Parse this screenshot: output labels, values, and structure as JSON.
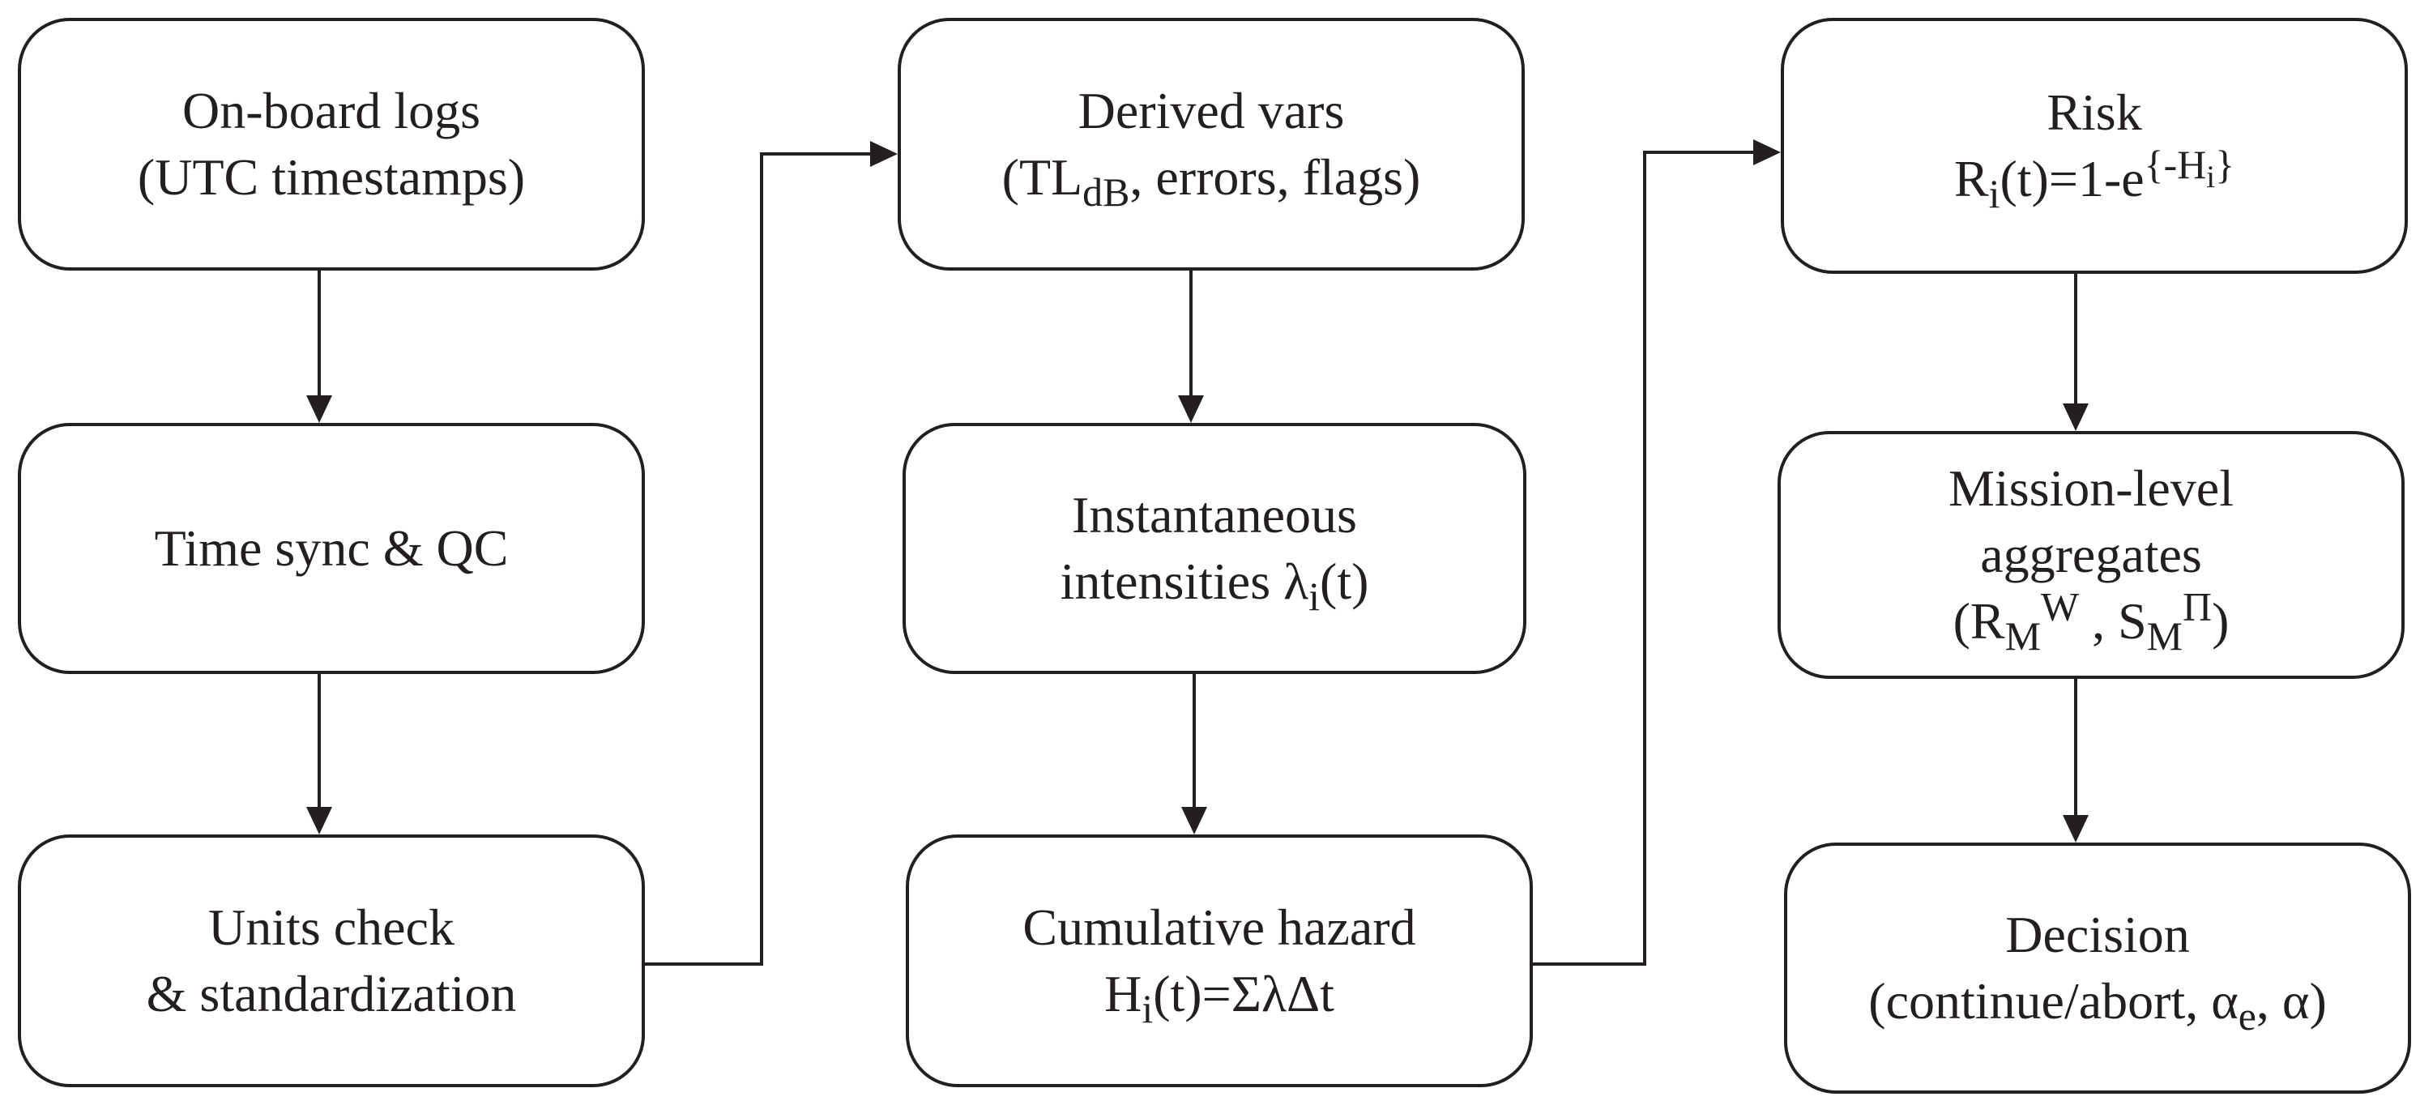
{
  "nodes": {
    "on_board_logs": {
      "line1": "On-board logs",
      "line2": "(UTC timestamps)"
    },
    "time_sync": {
      "line1": "Time sync & QC"
    },
    "units_check": {
      "line1": "Units check",
      "line2": "& standardization"
    },
    "derived_vars": {
      "line1": "Derived vars",
      "line2_pre": "(TL",
      "line2_sub": "dB",
      "line2_post": ", errors, flags)"
    },
    "instantaneous": {
      "line1": "Instantaneous",
      "line2_pre": "intensities λ",
      "line2_sub": "i",
      "line2_post": "(t)"
    },
    "cumulative_hazard": {
      "line1": "Cumulative hazard",
      "line2_pre": "H",
      "line2_sub": "i",
      "line2_post": "(t)=ΣλΔt"
    },
    "risk": {
      "line1": "Risk",
      "line2_pre": "R",
      "line2_sub": "i",
      "line2_mid": "(t)=1-e",
      "line2_sup": "{-H",
      "line2_sup_sub": "i",
      "line2_sup_end": "}"
    },
    "mission_aggregates": {
      "line1": "Mission-level",
      "line2": "aggregates",
      "line3_open": "(R",
      "line3_sub1": "M",
      "line3_sup1": "W",
      "line3_sep": " , S",
      "line3_sub2": "M",
      "line3_sup2": "Π",
      "line3_close": ")"
    },
    "decision": {
      "line1": "Decision",
      "line2_pre": "(continue/abort, α",
      "line2_sub": "e",
      "line2_post": ", α)"
    }
  }
}
